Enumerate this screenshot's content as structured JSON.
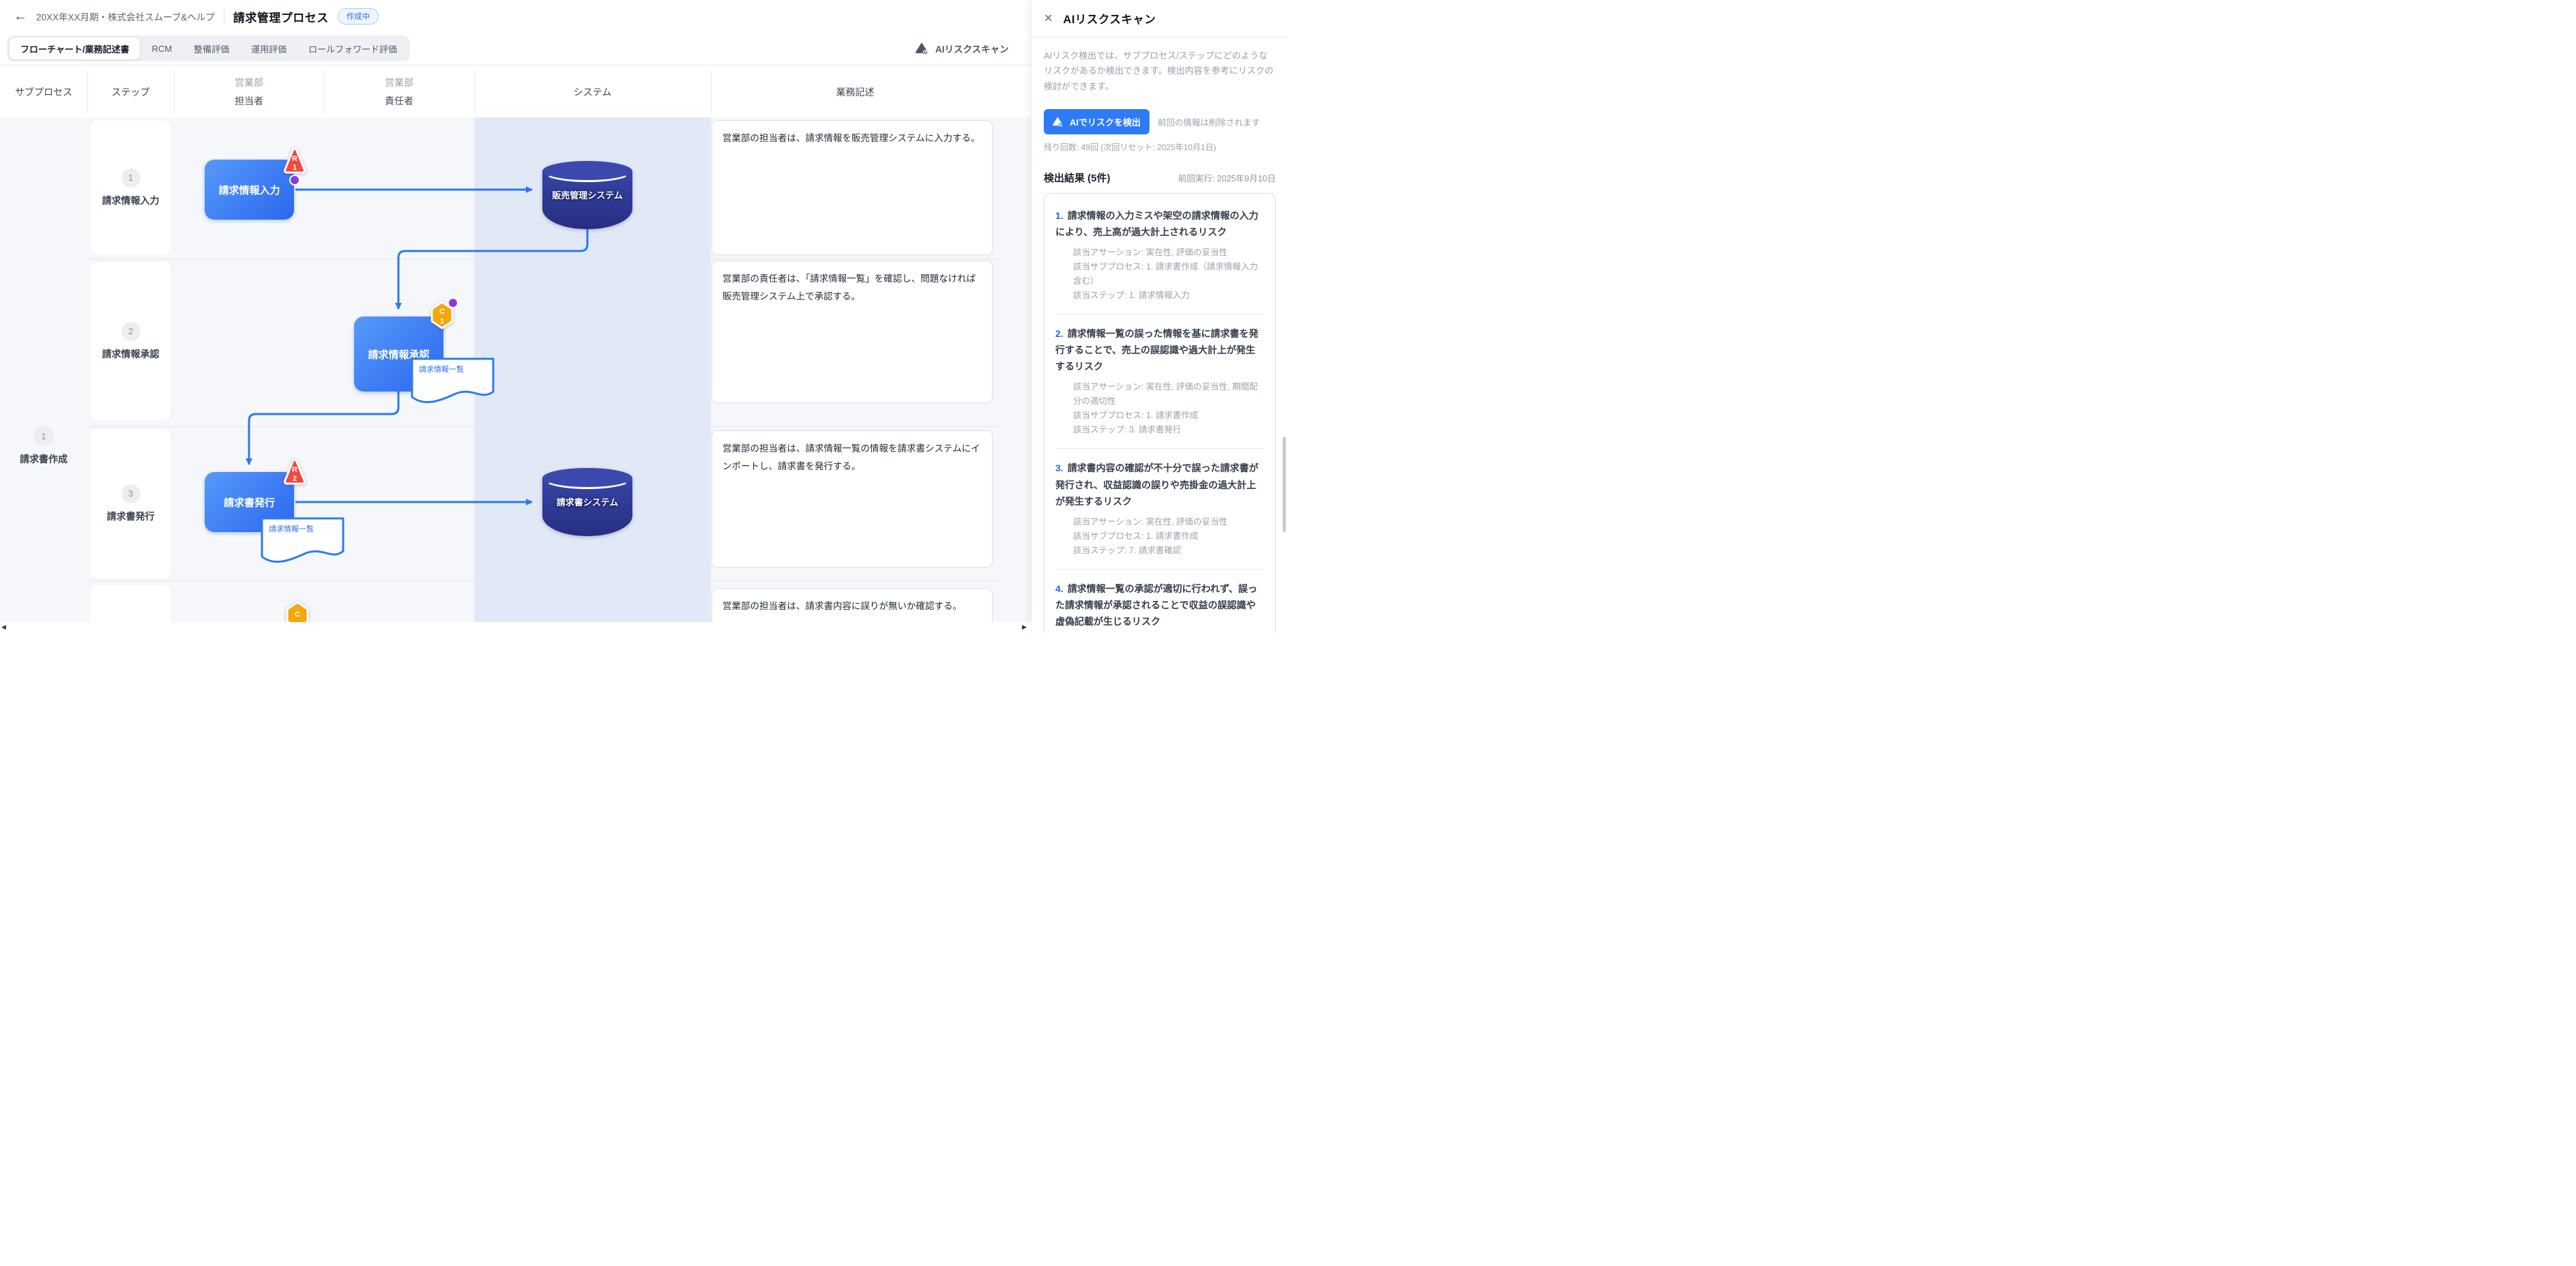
{
  "colors": {
    "accent_blue": "#2F7BF6",
    "risk_red": "#F2483D",
    "control_orange": "#F7A60A",
    "marker_purple": "#8A3BE0",
    "system_navy": "#303E9E"
  },
  "icons": {
    "back": "←",
    "close": "✕",
    "scroll_left": "◀",
    "scroll_right": "▶",
    "ai_label": "AI"
  },
  "header": {
    "breadcrumb": "20XX年XX月期・株式会社スムーブ&ヘルプ",
    "title": "請求管理プロセス",
    "status_badge": "作成中"
  },
  "tabs": {
    "items": [
      "フローチャート/業務記述書",
      "RCM",
      "整備評価",
      "運用評価",
      "ロールフォワード評価"
    ],
    "ai_risk_scan": "AIリスクスキャン"
  },
  "table": {
    "headers": {
      "subprocess": "サブプロセス",
      "step": "ステップ",
      "person_dept": "営業部",
      "person_role": "担当者",
      "owner_dept": "営業部",
      "owner_role": "責任者",
      "system": "システム",
      "description": "業務記述"
    },
    "subprocess": {
      "number": "1",
      "label": "請求書作成"
    },
    "rows": [
      {
        "step_number": "1",
        "step_label": "請求情報入力",
        "shape_label": "請求情報入力",
        "badge_letter": "R",
        "badge_number": "1",
        "system_label": "販売管理システム",
        "description": "営業部の担当者は、請求情報を販売管理システムに入力する。"
      },
      {
        "step_number": "2",
        "step_label": "請求情報承認",
        "shape_label": "請求情報承認",
        "badge_letter": "C",
        "badge_number": "1",
        "document_label": "請求情報一覧",
        "description": "営業部の責任者は、「請求情報一覧」を確認し、問題なければ販売管理システム上で承認する。"
      },
      {
        "step_number": "3",
        "step_label": "請求書発行",
        "shape_label": "請求書発行",
        "badge_letter": "R",
        "badge_number": "2",
        "document_label": "請求情報一覧",
        "system_label": "請求書システム",
        "description": "営業部の担当者は、請求情報一覧の情報を請求書システムにインポートし、請求書を発行する。"
      },
      {
        "badge_letter": "C",
        "description": "営業部の担当者は、請求書内容に誤りが無いか確認する。"
      }
    ]
  },
  "panel": {
    "title": "AIリスクスキャン",
    "description": "AIリスク検出では、サブプロセス/ステップにどのようなリスクがあるか検出できます。検出内容を参考にリスクの検討ができます。",
    "detect_button": "AIでリスクを検出",
    "delete_note": "前回の情報は削除されます",
    "remaining": "残り回数: 49回 (次回リセット: 2025年10月1日)",
    "results_heading": "検出結果 (5件)",
    "last_run": "前回実行: 2025年9月10日",
    "results": [
      {
        "number": "1.",
        "title": "請求情報の入力ミスや架空の請求情報の入力により、売上高が過大計上されるリスク",
        "assertion": "該当アサーション: 実在性, 評価の妥当性",
        "subprocess": "該当サブプロセス: 1. 請求書作成（請求情報入力含む）",
        "step": "該当ステップ: 1. 請求情報入力"
      },
      {
        "number": "2.",
        "title": "請求情報一覧の誤った情報を基に請求書を発行することで、売上の誤認識や過大計上が発生するリスク",
        "assertion": "該当アサーション: 実在性, 評価の妥当性, 期間配分の適切性",
        "subprocess": "該当サブプロセス: 1. 請求書作成",
        "step": "該当ステップ: 3. 請求書発行"
      },
      {
        "number": "3.",
        "title": "請求書内容の確認が不十分で誤った請求書が発行され、収益認識の誤りや売掛金の過大計上が発生するリスク",
        "assertion": "該当アサーション: 実在性, 評価の妥当性",
        "subprocess": "該当サブプロセス: 1. 請求書作成",
        "step": "該当ステップ: 7. 請求書確認"
      },
      {
        "number": "4.",
        "title": "請求情報一覧の承認が適切に行われず、誤った請求情報が承認されることで収益の誤認識や虚偽記載が生じるリスク"
      }
    ]
  }
}
